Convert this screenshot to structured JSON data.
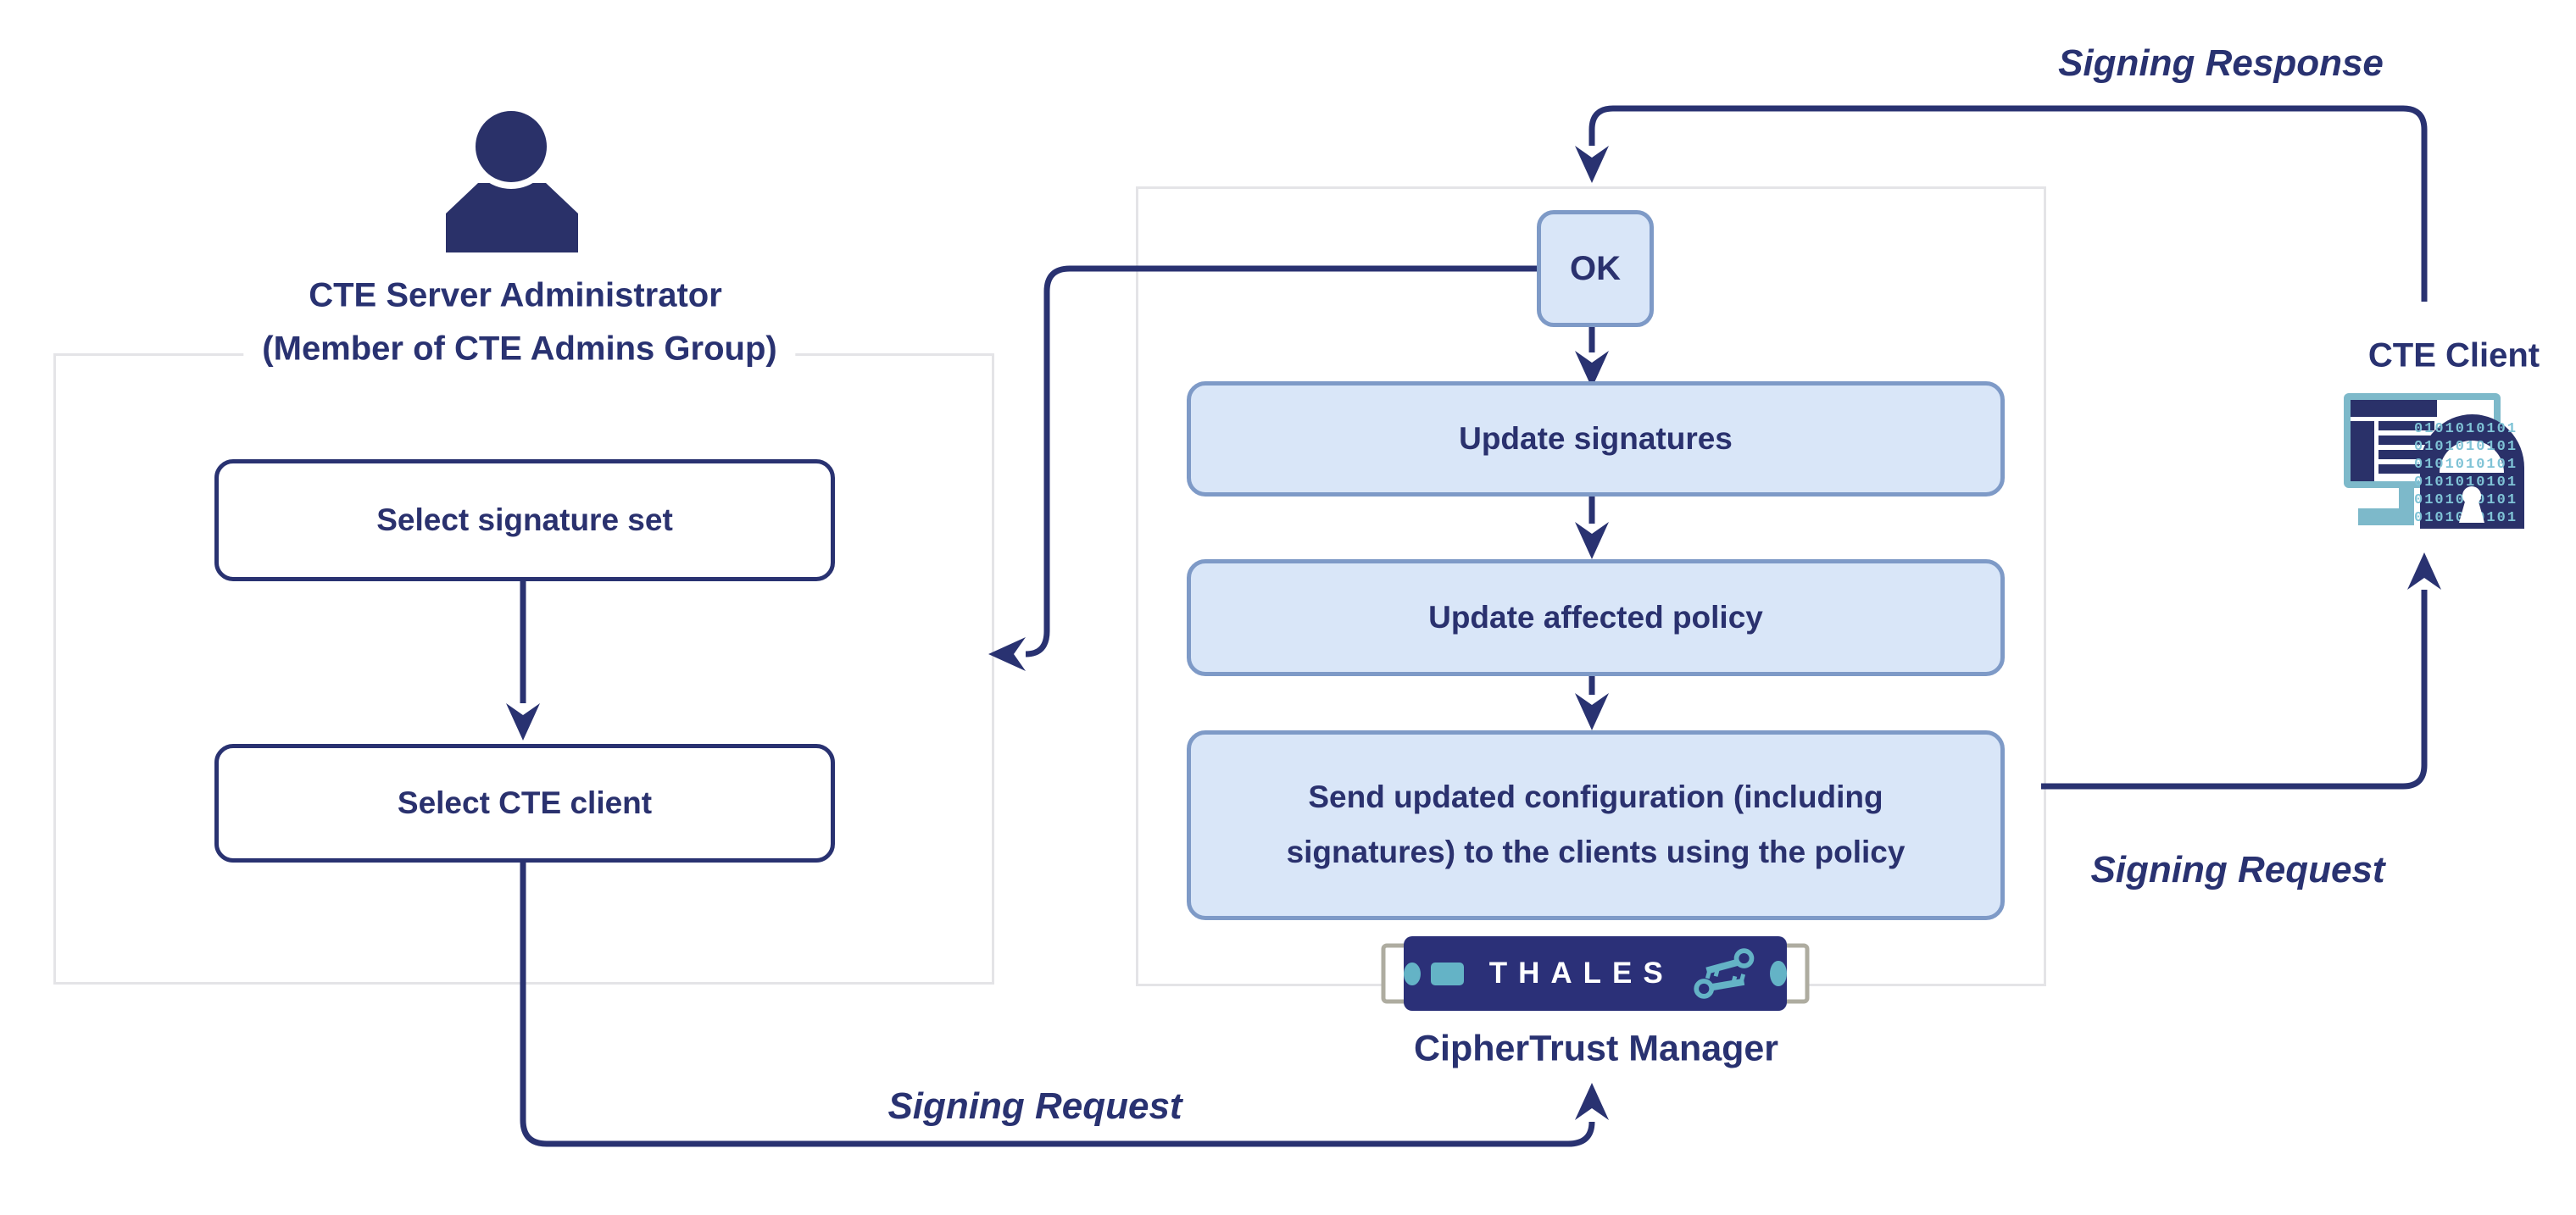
{
  "title": "CTE signing workflow diagram",
  "actors": {
    "admin": {
      "label_line1": "CTE Server Administrator",
      "label_line2": "(Member of CTE Admins Group)"
    },
    "cte_client": {
      "label": "CTE Client"
    },
    "ciphertrust_manager": {
      "label": "CipherTrust Manager",
      "brand": "THALES"
    }
  },
  "nodes": {
    "select_signature_set": "Select signature set",
    "select_cte_client": "Select CTE client",
    "ok": "OK",
    "update_signatures": "Update signatures",
    "update_affected_policy": "Update affected policy",
    "send_config_line1": "Send updated configuration (including",
    "send_config_line2": "signatures) to the clients using the policy"
  },
  "edges": {
    "signing_response": "Signing Response",
    "signing_request_right": "Signing Request",
    "signing_request_bottom": "Signing Request"
  },
  "icons": {
    "person-icon": "administrator silhouette",
    "server-appliance-icon": "THALES rack appliance",
    "keys-icon": "two keys",
    "monitor-lock-icon": "computer with encrypted padlock",
    "binary_row": "0101010101"
  },
  "colors": {
    "navy": "#293271",
    "light_blue_fill": "#d9e6f8",
    "steel_border": "#7e9ac7",
    "gray_border": "#e4e4e7",
    "teal": "#64b3c6",
    "monitor_teal": "#7db9ca",
    "bar_navy": "#2b3078",
    "digit_teal": "#7fc3d6"
  }
}
